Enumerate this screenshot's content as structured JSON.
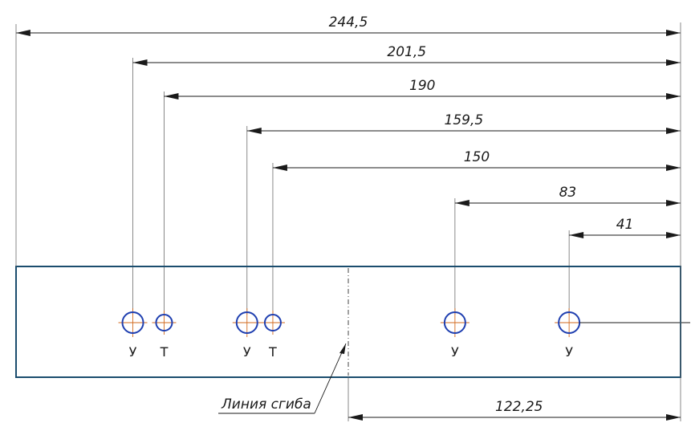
{
  "dimensions": [
    {
      "label": "244,5",
      "value": 244.5
    },
    {
      "label": "201,5",
      "value": 201.5
    },
    {
      "label": "190",
      "value": 190
    },
    {
      "label": "159,5",
      "value": 159.5
    },
    {
      "label": "150",
      "value": 150
    },
    {
      "label": "83",
      "value": 83
    },
    {
      "label": "41",
      "value": 41
    }
  ],
  "holes": [
    {
      "label": "У",
      "type": "large",
      "dim": 201.5
    },
    {
      "label": "Т",
      "type": "small",
      "dim": 190
    },
    {
      "label": "У",
      "type": "large",
      "dim": 159.5
    },
    {
      "label": "Т",
      "type": "small",
      "dim": 150
    },
    {
      "label": "У",
      "type": "large",
      "dim": 83
    },
    {
      "label": "У",
      "type": "large",
      "dim": 41
    }
  ],
  "bend": {
    "label": "Линия сгиба",
    "dimension_label": "122,25",
    "dimension_value": 122.25
  },
  "colors": {
    "plate": "#1b4d6e",
    "hole": "#1f3fb0",
    "centerline": "#d2691e"
  }
}
